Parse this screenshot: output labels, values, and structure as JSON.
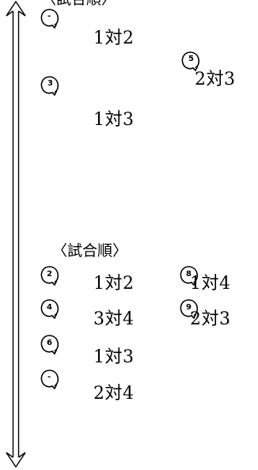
{
  "section_top": {
    "title": "〈試合順〉",
    "matches": [
      {
        "marker": "-",
        "label": "1対2"
      },
      {
        "marker": "5",
        "label": "2対3"
      },
      {
        "marker": "3",
        "label": "1対3"
      }
    ]
  },
  "section_bottom": {
    "title": "〈試合順〉",
    "matches": [
      {
        "marker": "2",
        "label": "1対2"
      },
      {
        "marker": "8",
        "label": "1対4"
      },
      {
        "marker": "4",
        "label": "3対4"
      },
      {
        "marker": "9",
        "label": "2対3"
      },
      {
        "marker": "6",
        "label": "1対3"
      },
      {
        "marker": "-",
        "label": "2対4"
      }
    ]
  }
}
